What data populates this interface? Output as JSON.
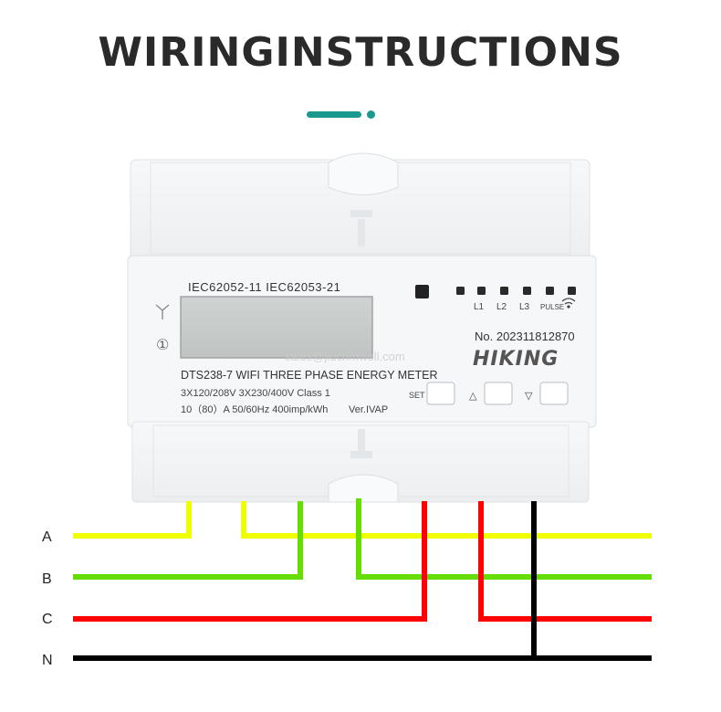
{
  "header": {
    "title": "WIRINGINSTRUCTIONS"
  },
  "colors": {
    "accent": "#1a9a8f",
    "wire_a": "#f0ff00",
    "wire_b": "#66dd00",
    "wire_c": "#ff0000",
    "wire_n": "#000000",
    "meter_body": "#f3f4f6",
    "lcd": "#c5c9c8"
  },
  "meter": {
    "standards": "IEC62052-11 IEC62053-21",
    "indicators": [
      "L1",
      "L2",
      "L3",
      "PULSE"
    ],
    "wifi_icon": "wifi-icon",
    "serial": "No. 202311812870",
    "brand": "HIKING",
    "watermark": "sales@jiuchmwell.com",
    "model": "DTS238-7  WIFI THREE PHASE ENERGY METER",
    "spec_voltage": "3X120/208V  3X230/400V  Class 1",
    "spec_current": "10（80）A   50/60Hz    400imp/kWh",
    "version": "Ver.IVAP",
    "antenna_icon": "antenna-icon",
    "circle_symbol": "①",
    "buttons": [
      {
        "label": "SET"
      },
      {
        "label": "△"
      },
      {
        "label": "▽"
      }
    ]
  },
  "wires": {
    "labels": [
      "A",
      "B",
      "C",
      "N"
    ]
  }
}
